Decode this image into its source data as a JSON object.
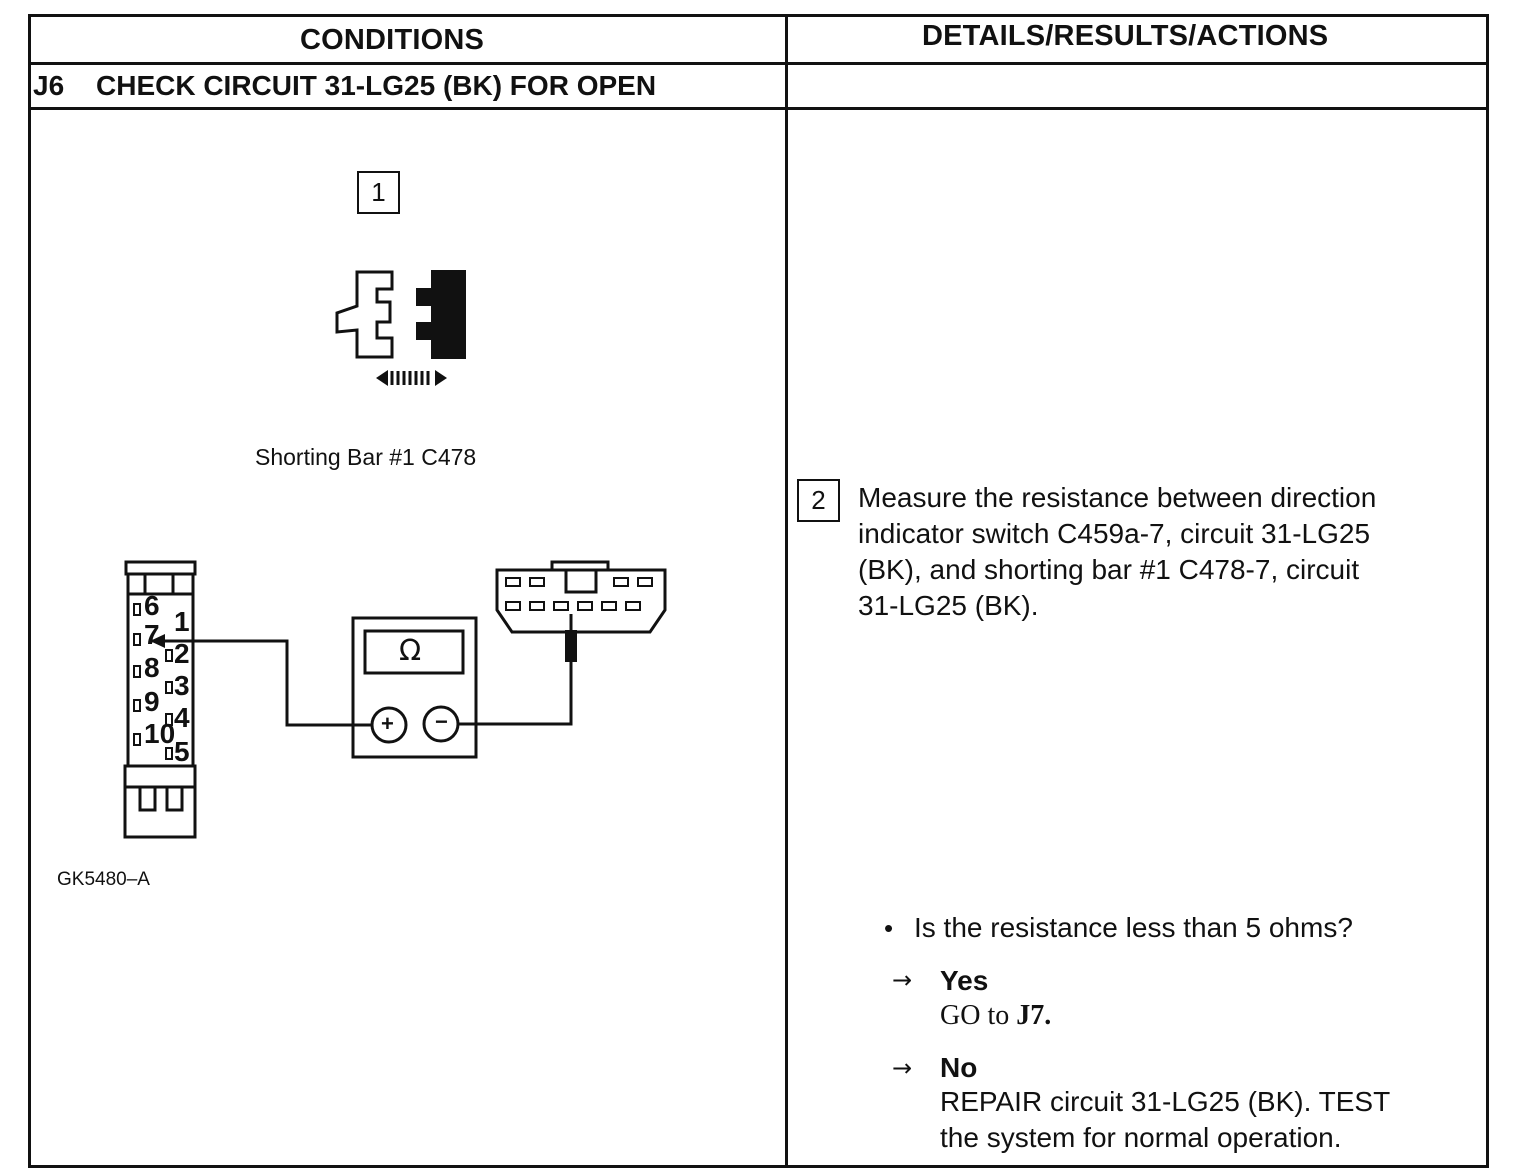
{
  "header": {
    "conditions": "CONDITIONS",
    "details": "DETAILS/RESULTS/ACTIONS"
  },
  "test_step": {
    "id": "J6",
    "title": "CHECK CIRCUIT 31-LG25 (BK) FOR OPEN"
  },
  "figure": {
    "step1_number": "1",
    "connector_label": "Shorting Bar #1 C478",
    "meter_symbol": "Ω",
    "plus_symbol": "+",
    "minus_symbol": "−",
    "pins_left": [
      "6",
      "7",
      "8",
      "9",
      "10"
    ],
    "pins_right": [
      "1",
      "2",
      "3",
      "4",
      "5"
    ],
    "figure_id": "GK5480–A"
  },
  "details": {
    "step2_number": "2",
    "instruction_lines": [
      "Measure the resistance between direction",
      "indicator switch C459a-7, circuit 31-LG25",
      "(BK), and shorting bar #1 C478-7, circuit",
      "31-LG25 (BK)."
    ],
    "question": "Is the resistance less than 5 ohms?",
    "yes_label": "Yes",
    "yes_action_prefix": "GO to ",
    "yes_action_target": "J7.",
    "no_label": "No",
    "no_action_lines": [
      "REPAIR circuit 31-LG25 (BK). TEST",
      "the system for normal operation."
    ]
  },
  "icons": {
    "bullet": "bullet-icon",
    "arrow": "right-arrow-icon"
  }
}
